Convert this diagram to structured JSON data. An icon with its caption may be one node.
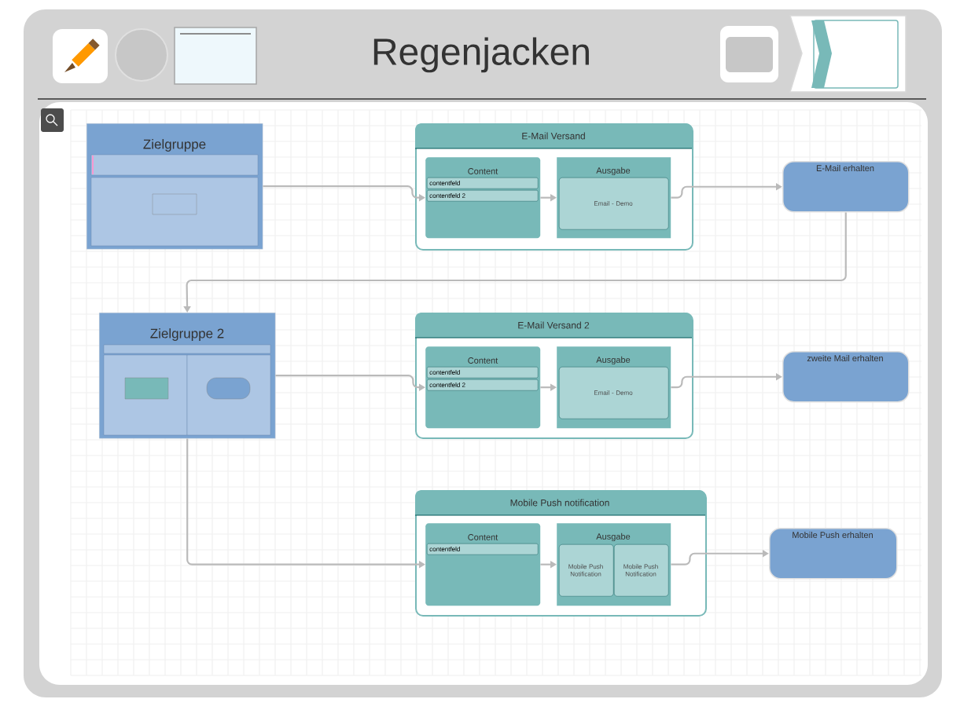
{
  "diagram": {
    "title": "Regenjacken",
    "nodes": [
      {
        "text": [
          "Zielgruppe"
        ]
      },
      {
        "text": [
          "E-Mail Versand"
        ]
      },
      {
        "text": [
          "Content"
        ],
        "in": 1
      },
      {
        "text": [
          "contentfeld"
        ],
        "in": 2
      },
      {
        "text": [
          "contentfeld 2"
        ],
        "in": 2
      },
      {
        "text": [
          "Ausgabe"
        ],
        "in": 1
      },
      {
        "text": [
          "Email - Demo"
        ],
        "in": 5
      },
      {
        "text": [
          "E-Mail erhalten"
        ]
      },
      {
        "text": [
          "Zielgruppe 2"
        ]
      },
      {
        "text": [
          "E-Mail Versand 2"
        ]
      },
      {
        "text": [
          "Content"
        ],
        "in": 9
      },
      {
        "text": [
          "contentfeld"
        ],
        "in": 10
      },
      {
        "text": [
          "contentfeld 2"
        ],
        "in": 10
      },
      {
        "text": [
          "Ausgabe"
        ],
        "in": 9
      },
      {
        "text": [
          "Email - Demo"
        ],
        "in": 13
      },
      {
        "text": [
          "zweite Mail erhalten"
        ]
      },
      {
        "text": [
          "Mobile Push notification"
        ]
      },
      {
        "text": [
          "Content"
        ],
        "in": 16
      },
      {
        "text": [
          "contentfeld"
        ],
        "in": 17
      },
      {
        "text": [
          "Ausgabe"
        ],
        "in": 16
      },
      {
        "text": [
          "Mobile Push Notification"
        ],
        "in": 19
      },
      {
        "text": [
          "Mobile Push Notification"
        ],
        "in": 19
      },
      {
        "text": [
          "Mobile Push erhalten"
        ]
      }
    ],
    "edges": [
      {
        "from": 0,
        "to": 2,
        "arrow": "to"
      },
      {
        "from": 2,
        "to": 5,
        "arrow": "to"
      },
      {
        "from": 5,
        "to": 7,
        "arrow": "to"
      },
      {
        "from": 7,
        "to": 8,
        "arrow": "to"
      },
      {
        "from": 8,
        "to": 10,
        "arrow": "to"
      },
      {
        "from": 10,
        "to": 13,
        "arrow": "to"
      },
      {
        "from": 13,
        "to": 15,
        "arrow": "to"
      },
      {
        "from": 8,
        "to": 17,
        "arrow": "to"
      },
      {
        "from": 17,
        "to": 19,
        "arrow": "to"
      },
      {
        "from": 19,
        "to": 22,
        "arrow": "to"
      }
    ]
  }
}
